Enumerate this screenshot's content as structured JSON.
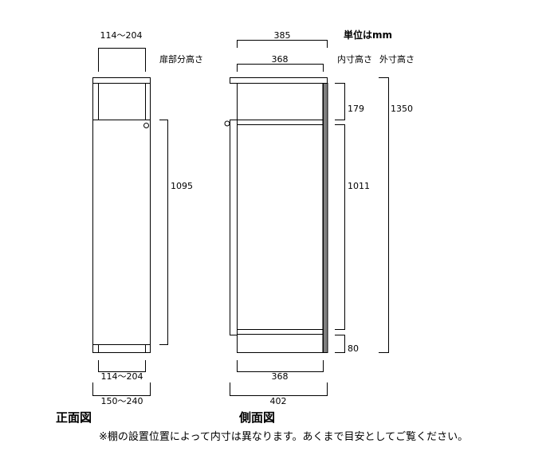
{
  "unit_label": "単位はmm",
  "front": {
    "title": "正面図",
    "door_height_label": "扉部分高さ",
    "top_width": "114〜204",
    "door_height": "1095",
    "inner_width": "114〜204",
    "outer_width": "150〜240"
  },
  "side": {
    "title": "側面図",
    "inner_height_label": "内寸高さ",
    "outer_height_label": "外寸高さ",
    "top_outer_depth": "385",
    "top_inner_depth": "368",
    "upper_inner_height": "179",
    "middle_inner_height": "1011",
    "bottom_inner_height": "80",
    "outer_height": "1350",
    "bottom_inner_depth": "368",
    "bottom_outer_depth": "402"
  },
  "note": "※棚の設置位置によって内寸は異なります。あくまで目安としてご覧ください。",
  "colors": {
    "line": "#000000",
    "back_panel": "#808080"
  }
}
